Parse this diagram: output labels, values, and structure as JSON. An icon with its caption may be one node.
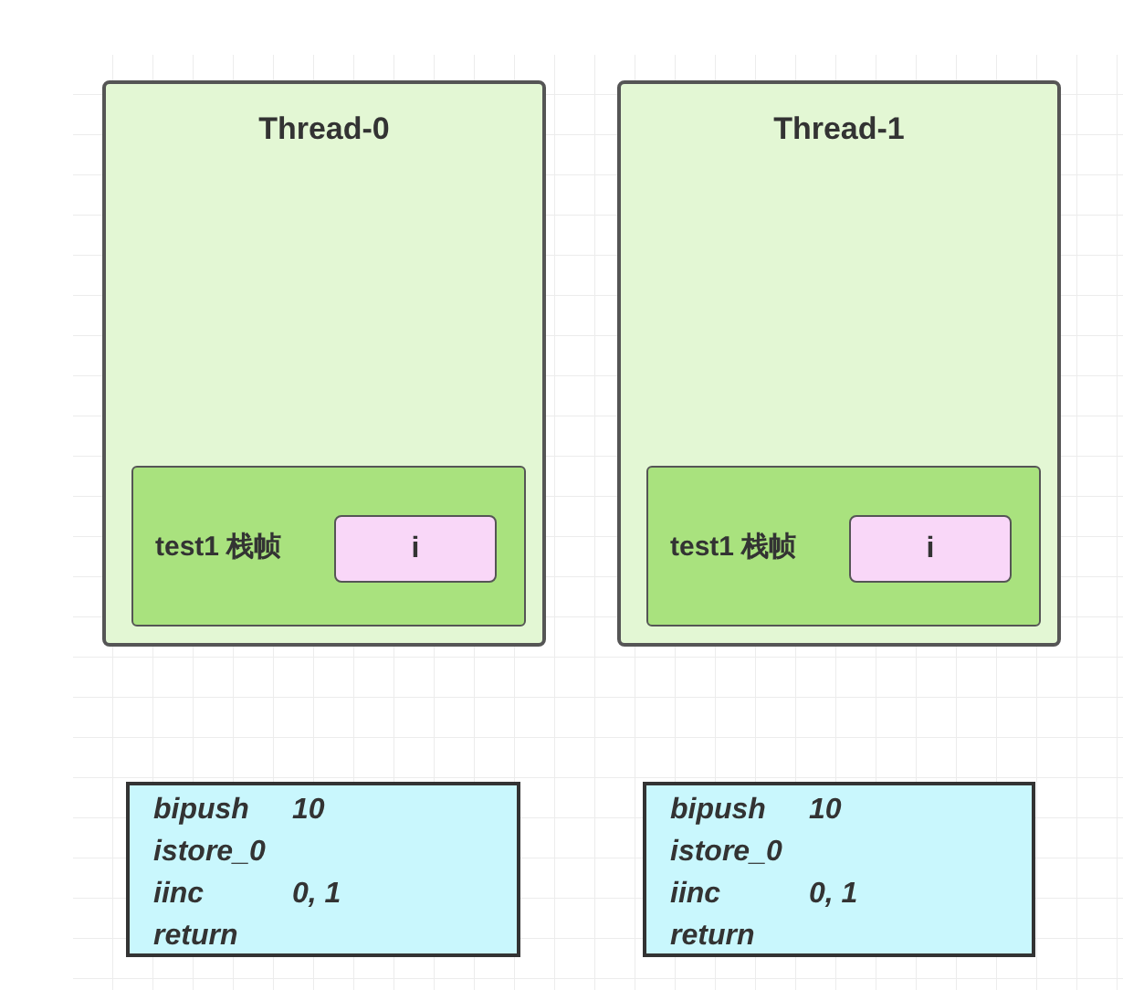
{
  "diagram": {
    "nodes": [
      {
        "text": [
          "Thread-0"
        ]
      },
      {
        "text": [
          "test1 栈帧"
        ],
        "in": 0
      },
      {
        "text": [
          "i"
        ],
        "in": 1
      },
      {
        "text": [
          "Thread-1"
        ]
      },
      {
        "text": [
          "test1 栈帧"
        ],
        "in": 3
      },
      {
        "text": [
          "i"
        ],
        "in": 4
      },
      {
        "text": [
          "bipush 10",
          "istore_0",
          "iinc 0, 1",
          "return"
        ]
      },
      {
        "text": [
          "bipush 10",
          "istore_0",
          "iinc 0, 1",
          "return"
        ]
      }
    ],
    "edges": []
  }
}
